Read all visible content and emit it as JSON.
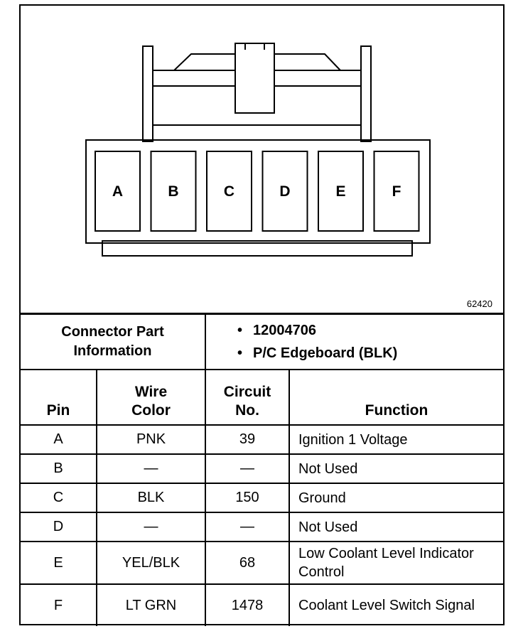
{
  "connector": {
    "figure_number": "62420",
    "pin_letters": [
      "A",
      "B",
      "C",
      "D",
      "E",
      "F"
    ]
  },
  "part_info": {
    "label": "Connector Part Information",
    "items": [
      "12004706",
      "P/C Edgeboard (BLK)"
    ]
  },
  "table": {
    "headers": {
      "pin": "Pin",
      "wire_color": "Wire Color",
      "circuit_no": "Circuit No.",
      "function": "Function"
    },
    "rows": [
      {
        "pin": "A",
        "wire_color": "PNK",
        "circuit": "39",
        "function": "Ignition 1 Voltage"
      },
      {
        "pin": "B",
        "wire_color": "—",
        "circuit": "—",
        "function": "Not Used"
      },
      {
        "pin": "C",
        "wire_color": "BLK",
        "circuit": "150",
        "function": "Ground"
      },
      {
        "pin": "D",
        "wire_color": "—",
        "circuit": "—",
        "function": "Not Used"
      },
      {
        "pin": "E",
        "wire_color": "YEL/BLK",
        "circuit": "68",
        "function": "Low Coolant Level Indicator Control"
      },
      {
        "pin": "F",
        "wire_color": "LT GRN",
        "circuit": "1478",
        "function": "Coolant Level Switch Signal"
      }
    ]
  }
}
